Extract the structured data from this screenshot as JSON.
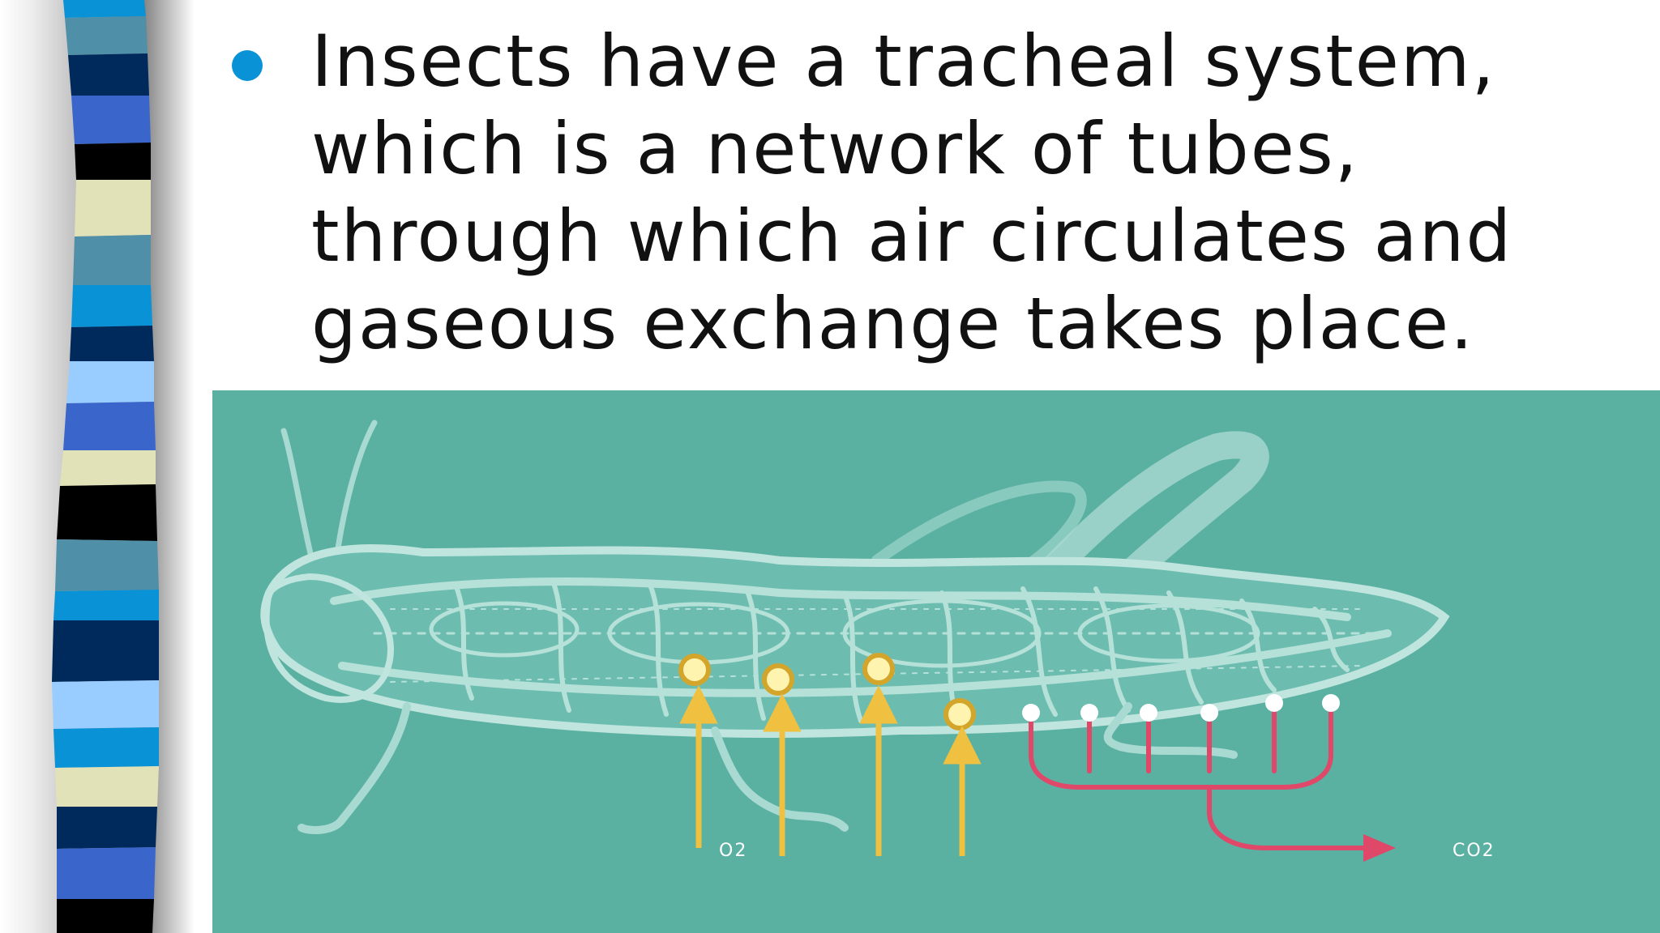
{
  "slide": {
    "bullet_text": "Insects have a tracheal system, which is a network of tubes, through which air circulates and gaseous exchange takes place.",
    "bullet_color": "#0a92d6"
  },
  "figure": {
    "background_color": "#5ab1a1",
    "insect_outline_color": "#a9dad2",
    "oxygen_arrow_color": "#f0c040",
    "carbon_dioxide_tube_color": "#e0486a",
    "label_oxygen": "O2",
    "label_carbon_dioxide": "CO2"
  },
  "decoration": {
    "stripe_colors": [
      "#0a92d6",
      "#4f8fa8",
      "#002a5c",
      "#3a66cc",
      "#000000",
      "#e2e2b8",
      "#99ccff"
    ]
  }
}
